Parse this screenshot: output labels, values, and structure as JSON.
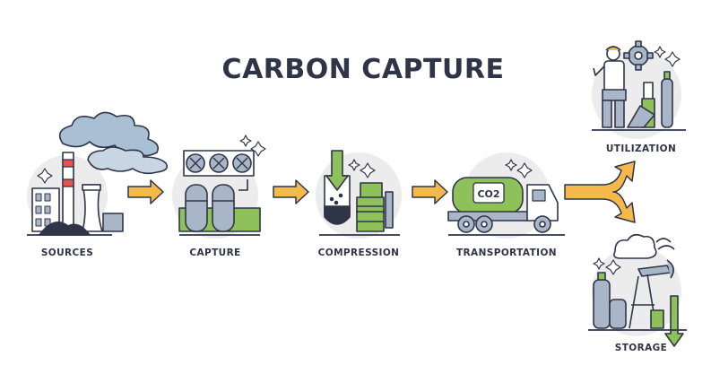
{
  "title": "CARBON CAPTURE",
  "stages": {
    "sources": "SOURCES",
    "capture": "CAPTURE",
    "compression": "COMPRESSION",
    "transportation": "TRANSPORTATION",
    "utilization": "UTILIZATION",
    "storage": "STORAGE"
  },
  "truck_tank_text": "CO2",
  "colors": {
    "outline": "#2f3447",
    "green": "#8fc15a",
    "steel": "#a9b6c8",
    "arrow": "#f3b94a",
    "circle": "#ececec",
    "smoke": "#a9bfd3"
  },
  "icons": [
    "factory-icon",
    "fan-capture-icon",
    "compressor-icon",
    "truck-icon",
    "worker-gear-icon",
    "oil-pump-icon",
    "arrow-icon",
    "split-arrow-icon",
    "sparkle-icon"
  ]
}
